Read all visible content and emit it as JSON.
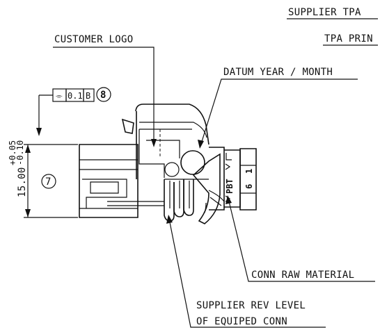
{
  "callouts": {
    "supplier_tpa": "SUPPLIER TPA",
    "tpa_prin": "TPA PRIN",
    "customer_logo": "CUSTOMER LOGO",
    "datum_year_month": "DATUM YEAR / MONTH",
    "conn_raw_material": "CONN RAW MATERIAL",
    "supplier_rev_level": "SUPPLIER REV LEVEL",
    "of_equiped_conn": "OF EQUIPED CONN"
  },
  "gdt_frame": {
    "symbol": "⌯",
    "tolerance": "0.1",
    "datum": "B",
    "balloon": "8"
  },
  "dimension": {
    "value": "15.00",
    "upper_tol": "+0.05",
    "lower_tol": "-0.10",
    "balloon": "7"
  },
  "part_marks": {
    "material": "PBT",
    "digits_top": "1",
    "digits_bottom": "6"
  }
}
